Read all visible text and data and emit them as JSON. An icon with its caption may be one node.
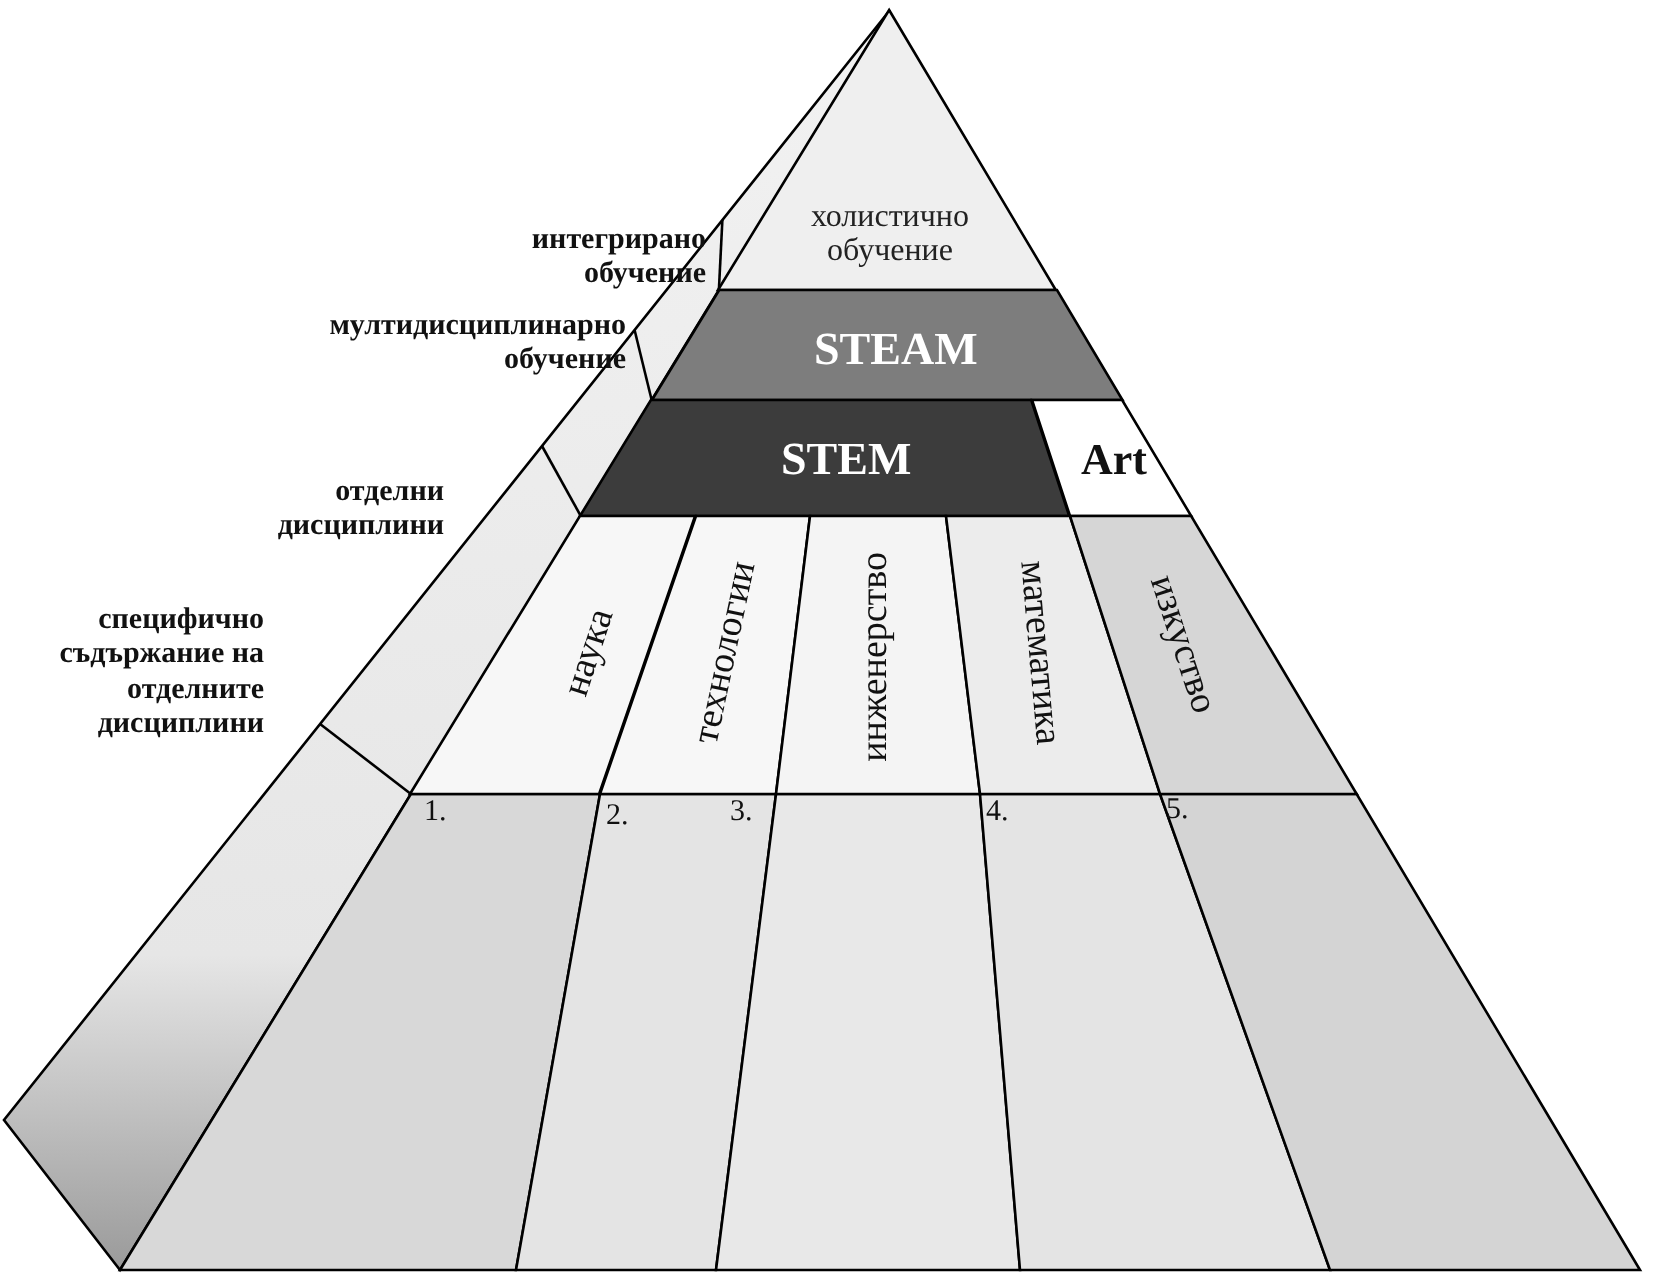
{
  "diagram": {
    "nodes": [
      {
        "text": [
          "холистично обучение"
        ]
      },
      {
        "text": [
          "STEAM"
        ]
      },
      {
        "text": [
          "STEM"
        ]
      },
      {
        "text": [
          "Art"
        ]
      },
      {
        "text": [
          "наука"
        ]
      },
      {
        "text": [
          "технологии"
        ]
      },
      {
        "text": [
          "инженерство"
        ]
      },
      {
        "text": [
          "математика"
        ]
      },
      {
        "text": [
          "изкуство"
        ]
      }
    ],
    "edges": [],
    "labels": [
      "интегрирано обучение",
      "мултидисциплинарно обучение",
      "отделни дисциплини",
      "специфично съдържание на отделните дисциплини",
      "1.",
      "2.",
      "3.",
      "4.",
      "5."
    ]
  }
}
